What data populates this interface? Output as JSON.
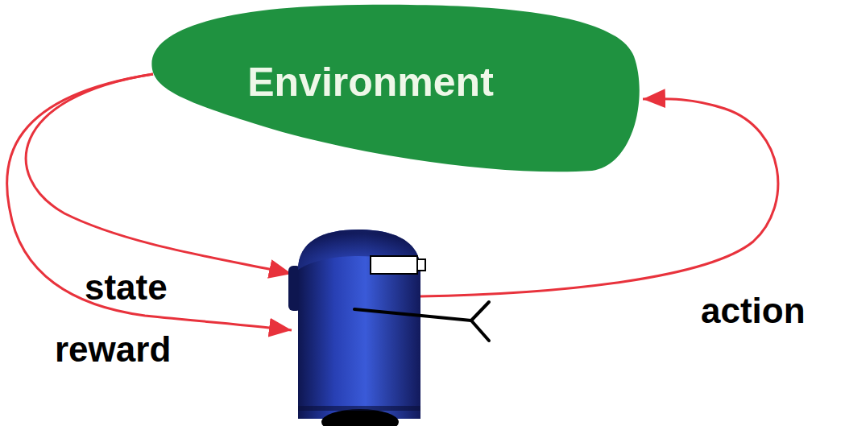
{
  "diagram": {
    "nodes": [
      {
        "text": [
          "Environment"
        ]
      }
    ],
    "labels": [
      "state",
      "reward",
      "action"
    ]
  }
}
